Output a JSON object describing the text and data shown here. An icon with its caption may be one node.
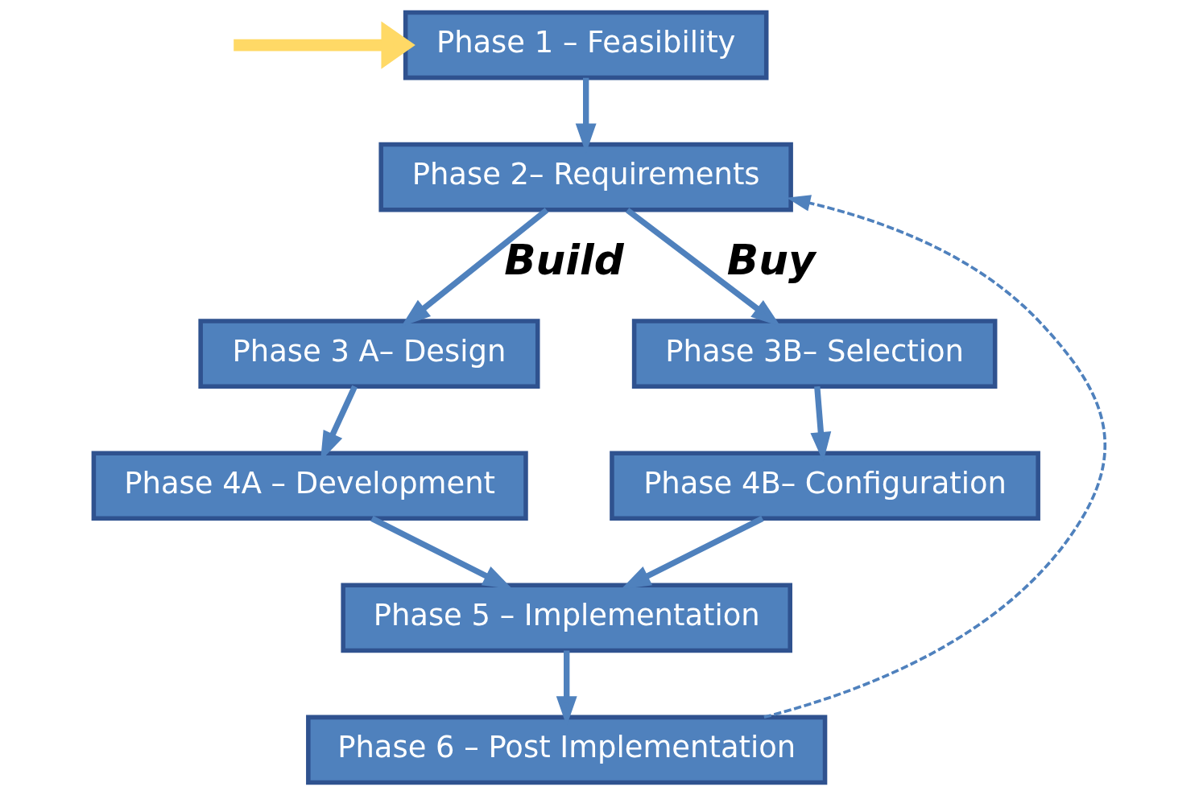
{
  "diagram": {
    "nodes": [
      {
        "text": [
          "Phase 1 – Feasibility"
        ]
      },
      {
        "text": [
          "Phase 2– Requirements"
        ]
      },
      {
        "text": [
          "Phase 3 A– Design"
        ]
      },
      {
        "text": [
          "Phase 3B– Selection"
        ]
      },
      {
        "text": [
          "Phase 4A – Development"
        ]
      },
      {
        "text": [
          "Phase 4B– Configuration"
        ]
      },
      {
        "text": [
          "Phase 5 – Implementation"
        ]
      },
      {
        "text": [
          "Phase 6 – Post Implementation"
        ]
      }
    ],
    "edges": [
      {
        "from": null,
        "to": 0,
        "arrow": "to",
        "style": "thick",
        "color": "#ffd966"
      },
      {
        "from": 0,
        "to": 1,
        "arrow": "to"
      },
      {
        "from": 1,
        "to": 2,
        "arrow": "to",
        "label": "Build"
      },
      {
        "from": 1,
        "to": 3,
        "arrow": "to",
        "label": "Buy"
      },
      {
        "from": 2,
        "to": 4,
        "arrow": "to"
      },
      {
        "from": 3,
        "to": 5,
        "arrow": "to"
      },
      {
        "from": 4,
        "to": 6,
        "arrow": "to"
      },
      {
        "from": 5,
        "to": 6,
        "arrow": "to"
      },
      {
        "from": 6,
        "to": 7,
        "arrow": "to"
      },
      {
        "from": 7,
        "to": 1,
        "arrow": "to",
        "style": "dashed"
      }
    ]
  }
}
